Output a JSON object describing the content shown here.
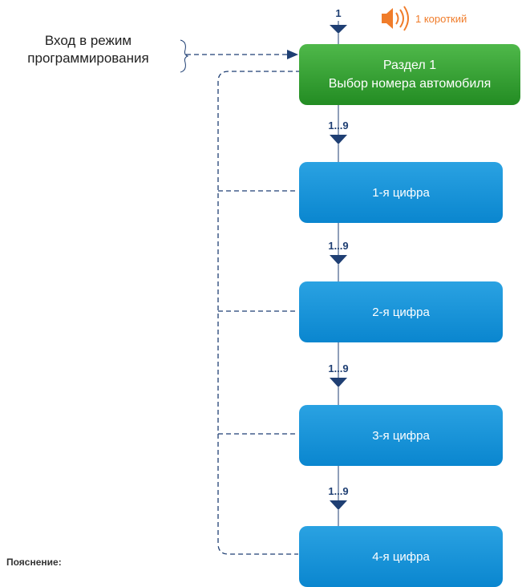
{
  "entry": {
    "line1": "Вход в режим",
    "line2": "программирования"
  },
  "beep": {
    "step": "1",
    "text": "1 короткий"
  },
  "section": {
    "line1": "Раздел 1",
    "line2": "Выбор номера автомобиля"
  },
  "digits": [
    {
      "range": "1...9",
      "label": "1-я цифра"
    },
    {
      "range": "1...9",
      "label": "2-я цифра"
    },
    {
      "range": "1...9",
      "label": "3-я цифра"
    },
    {
      "range": "1...9",
      "label": "4-я цифра"
    }
  ],
  "note": "Пояснение:",
  "colors": {
    "arrow": "#1f3f73",
    "dash": "#1f3f73",
    "green": "#2f9e2f",
    "blue": "#1a94d9",
    "beep": "#f07c2a"
  }
}
